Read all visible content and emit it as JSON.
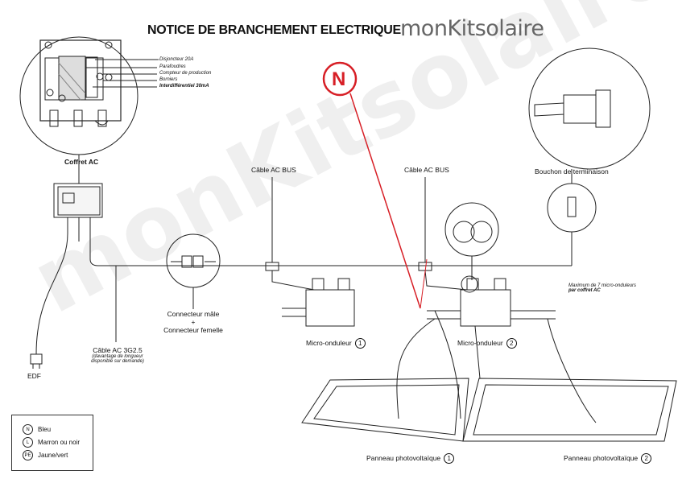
{
  "header": {
    "title": "NOTICE DE BRANCHEMENT ELECTRIQUE",
    "brand": "monKitsolaire"
  },
  "watermark": "monKitsolaire",
  "n_marker": "N",
  "coffret": {
    "label": "Coffret AC",
    "callouts": [
      "Disjoncteur 20A",
      "Parafoudres",
      "Compteur de production",
      "Borniers",
      "Interdifférentiel 30mA"
    ]
  },
  "cable_bus_1": "Câble AC BUS",
  "cable_bus_2": "Câble AC BUS",
  "bouchon": "Bouchon de terminaison",
  "connecteur": {
    "line1": "Connecteur mâle",
    "plus": "+",
    "line2": "Connecteur femelle"
  },
  "cable_ac": {
    "title": "Câble AC 3G2.5",
    "note1": "(davantage de longueur",
    "note2": "disponible sur demande)"
  },
  "edf": "EDF",
  "max_note": {
    "line1": "Maximum de 7 micro-onduleurs",
    "line2": "par coffret AC"
  },
  "micro1": {
    "label": "Micro-onduleur",
    "num": "1"
  },
  "micro2": {
    "label": "Micro-onduleur",
    "num": "2"
  },
  "panel1": {
    "label": "Panneau photovoltaïque",
    "num": "1"
  },
  "panel2": {
    "label": "Panneau photovoltaïque",
    "num": "2"
  },
  "legend": [
    {
      "sym": "N",
      "text": "Bleu"
    },
    {
      "sym": "L",
      "text": "Marron ou noir"
    },
    {
      "sym": "PE",
      "text": "Jaune/vert"
    }
  ],
  "colors": {
    "accent": "#d71f26",
    "line": "#222222",
    "watermark": "#eeeeee"
  }
}
